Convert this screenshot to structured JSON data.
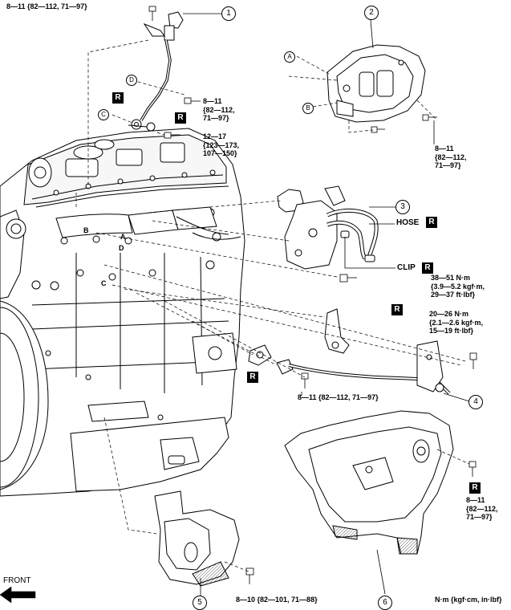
{
  "torque": {
    "t1": "8—11 {82—112, 71—97}",
    "t2": [
      "8—11",
      "{82—112,",
      "71—97}"
    ],
    "t3": [
      "12—17",
      "{123—173,",
      "107—150}"
    ],
    "t4": [
      "8—11",
      "{82—112,",
      "71—97}"
    ],
    "t5": [
      "38—51 N·m",
      "{3.9—5.2 kgf·m,",
      "29—37 ft·lbf}"
    ],
    "t6": [
      "20—26 N·m",
      "{2.1—2.6 kgf·m,",
      "15—19 ft·lbf}"
    ],
    "t7": "8—11 {82—112, 71—97}",
    "t8": [
      "8—11",
      "{82—112,",
      "71—97}"
    ],
    "t9": "8—10 {82—101, 71—88}"
  },
  "callouts": [
    "1",
    "2",
    "3",
    "4",
    "5",
    "6"
  ],
  "letters": {
    "a": "A",
    "b": "B",
    "c": "C",
    "d": "D"
  },
  "replace_mark": "R",
  "hose_label": "HOSE",
  "clip_label": "CLIP",
  "front_label": "FRONT",
  "units_label": "N·m {kgf·cm, in·lbf}"
}
